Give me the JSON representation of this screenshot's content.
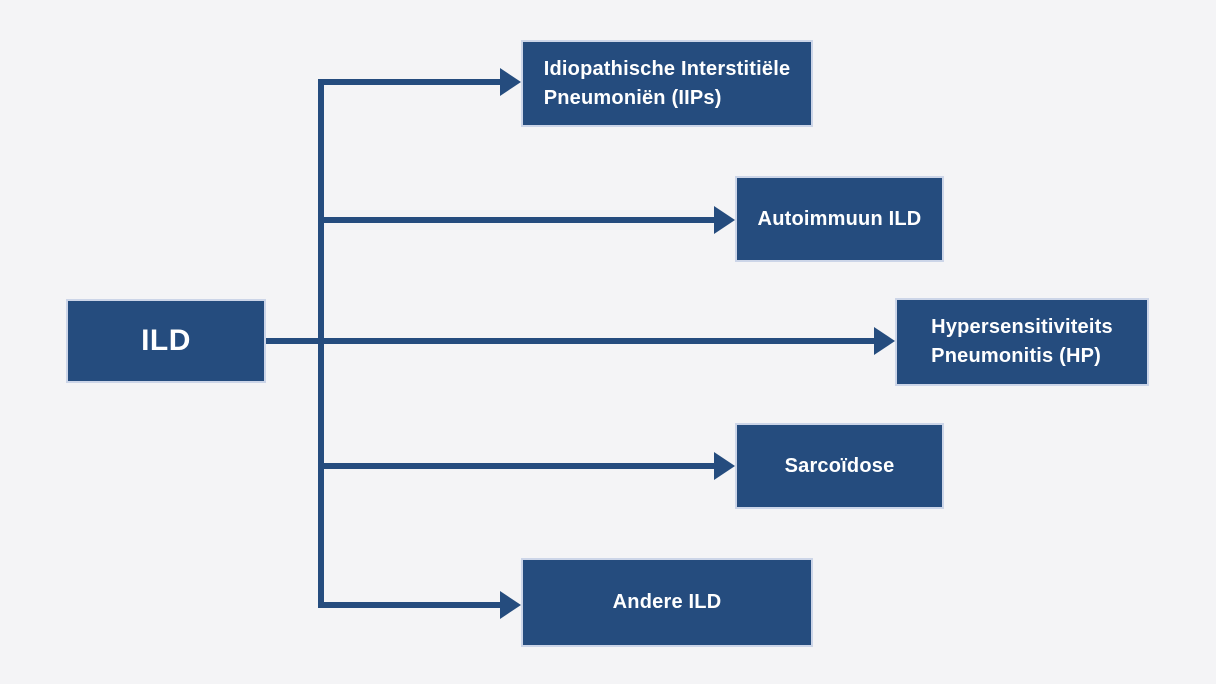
{
  "diagram": {
    "title": "ILD classification flowchart",
    "colors": {
      "background": "#f4f4f6",
      "node_fill": "#254c7e",
      "node_border": "#ccd5e8",
      "connector": "#254c7e",
      "text": "#ffffff"
    },
    "root": {
      "label": "ILD",
      "lines": [
        "ILD"
      ]
    },
    "children": [
      {
        "id": "iips",
        "label": "Idiopathische Interstitiële Pneumoniën (IIPs)",
        "lines": [
          "Idiopathische Interstitiële",
          "Pneumoniën (IIPs)"
        ]
      },
      {
        "id": "autoimmuun",
        "label": "Autoimmuun ILD",
        "lines": [
          "Autoimmuun ILD"
        ]
      },
      {
        "id": "hp",
        "label": "Hypersensitiviteits Pneumonitis (HP)",
        "lines": [
          "Hypersensitiviteits",
          "Pneumonitis (HP)"
        ]
      },
      {
        "id": "sarcoidose",
        "label": "Sarcoïdose",
        "lines": [
          "Sarcoïdose"
        ]
      },
      {
        "id": "andere",
        "label": "Andere ILD",
        "lines": [
          "Andere ILD"
        ]
      }
    ],
    "edges": [
      {
        "from": "ILD",
        "to": "Idiopathische Interstitiële Pneumoniën (IIPs)"
      },
      {
        "from": "ILD",
        "to": "Autoimmuun ILD"
      },
      {
        "from": "ILD",
        "to": "Hypersensitiviteits Pneumonitis (HP)"
      },
      {
        "from": "ILD",
        "to": "Sarcoïdose"
      },
      {
        "from": "ILD",
        "to": "Andere ILD"
      }
    ]
  }
}
